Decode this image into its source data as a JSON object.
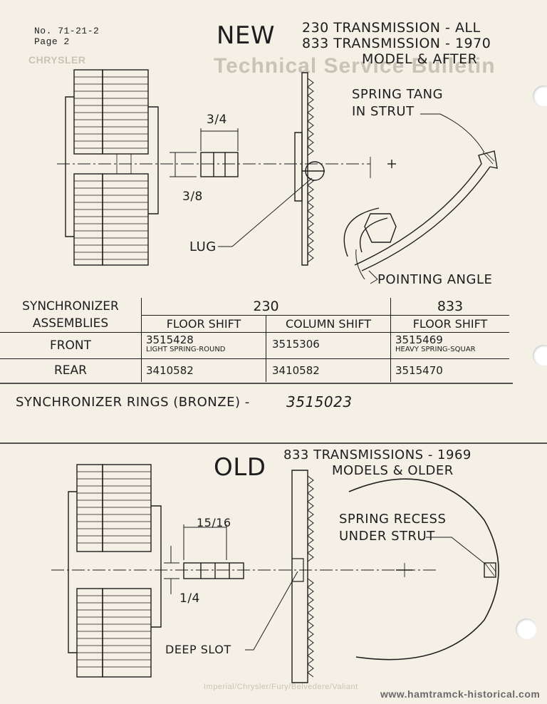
{
  "header": {
    "doc_no": "No. 71-21-2",
    "page": "Page 2",
    "bleed_title": "Technical Service Bulletin",
    "bleed_brand": "CHRYSLER"
  },
  "new_section": {
    "title": "NEW",
    "applicability": [
      "230 TRANSMISSION - ALL",
      "833 TRANSMISSION - 1970",
      "MODEL & AFTER"
    ],
    "callouts": {
      "spring_tang": [
        "SPRING TANG",
        "IN STRUT"
      ],
      "lug": "LUG",
      "pointing_angle": "POINTING ANGLE"
    },
    "dims": {
      "width": "3/4",
      "height": "3/8"
    }
  },
  "table": {
    "row_header": [
      "SYNCHRONIZER",
      "ASSEMBLIES"
    ],
    "groups": [
      "230",
      "833"
    ],
    "columns": [
      "FLOOR SHIFT",
      "COLUMN SHIFT",
      "FLOOR SHIFT"
    ],
    "rows": [
      {
        "label": "FRONT",
        "cells": [
          {
            "part": "3515428",
            "note": "LIGHT SPRING-ROUND"
          },
          {
            "part": "3515306",
            "note": ""
          },
          {
            "part": "3515469",
            "note": "HEAVY SPRING-SQUAR"
          }
        ]
      },
      {
        "label": "REAR",
        "cells": [
          {
            "part": "3410582",
            "note": ""
          },
          {
            "part": "3410582",
            "note": ""
          },
          {
            "part": "3515470",
            "note": ""
          }
        ]
      }
    ]
  },
  "rings": {
    "label": "SYNCHRONIZER RINGS (BRONZE) -",
    "part": "3515023"
  },
  "old_section": {
    "title": "OLD",
    "applicability": [
      "833 TRANSMISSIONS - 1969",
      "MODELS & OLDER"
    ],
    "callouts": {
      "spring_recess": [
        "SPRING RECESS",
        "UNDER STRUT"
      ],
      "deep_slot": "DEEP SLOT"
    },
    "dims": {
      "width": "15/16",
      "height": "1/4"
    }
  },
  "footer": {
    "watermark": "www.hamtramck-historical.com",
    "bleed_models": "Imperial/Chrysler/Fury/Belvedere/Valiant"
  },
  "colors": {
    "paper": "#f4f0e6",
    "ink": "#1d1d1d",
    "bleed": "#c9c3b5"
  }
}
